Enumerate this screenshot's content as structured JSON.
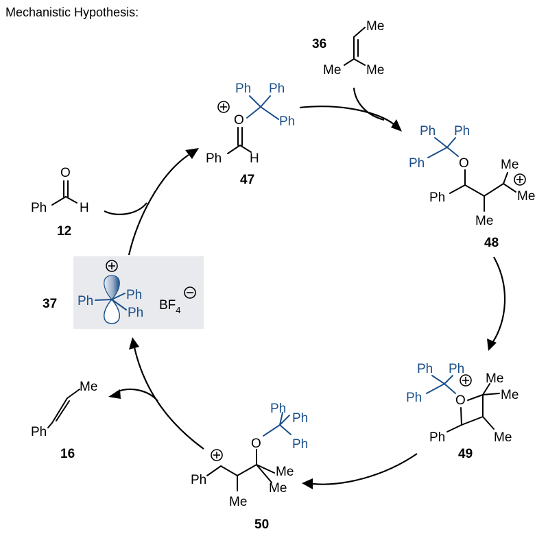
{
  "title": "Mechanistic Hypothesis:",
  "labels": {
    "me": "Me",
    "ph": "Ph",
    "o": "O",
    "h": "H",
    "bf": "BF",
    "bf_sub": "4"
  },
  "compounds": {
    "c36": "36",
    "c47": "47",
    "c48": "48",
    "c49": "49",
    "c50": "50",
    "c37": "37",
    "c12": "12",
    "c16": "16"
  },
  "colors": {
    "trityl_blue": "#1a4f8a",
    "panel_gray": "#e8eaed",
    "ink": "#000000"
  }
}
